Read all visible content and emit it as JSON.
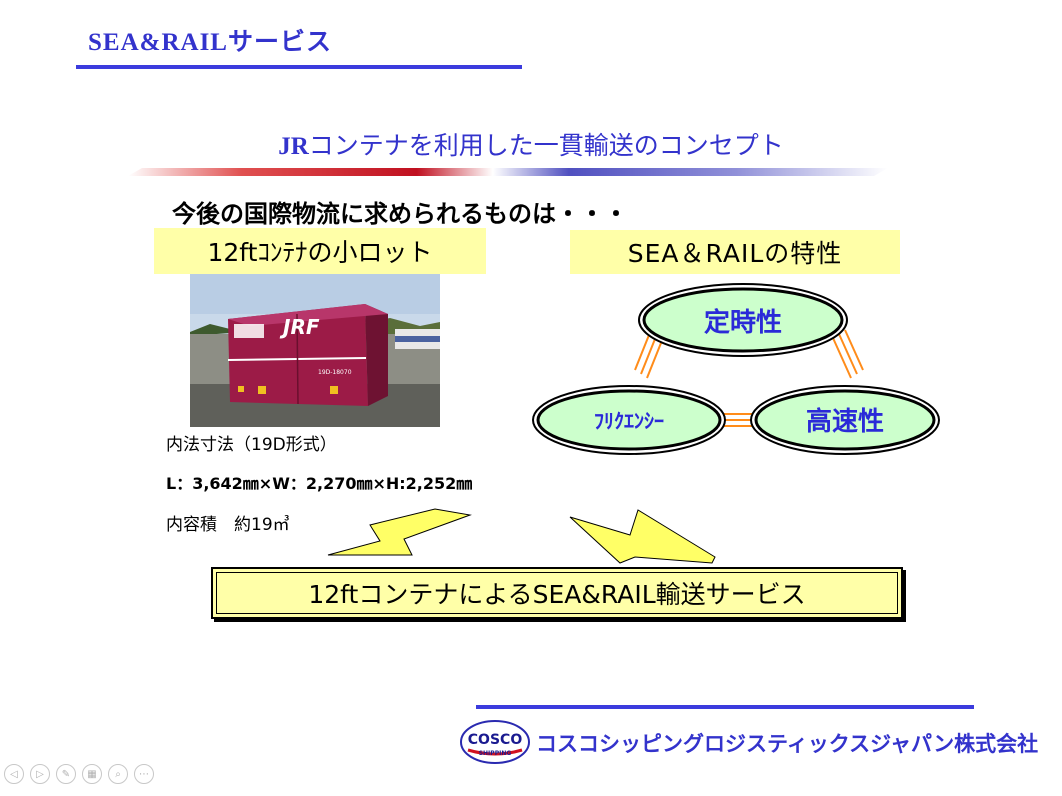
{
  "header": {
    "title": "SEA&RAILサービス"
  },
  "concept": {
    "title_prefix": "JR",
    "title_rest": "コンテナを利用した一貫輸送のコンセプト"
  },
  "lead": {
    "text": "今後の国際物流に求められるものは・・・"
  },
  "left_box": {
    "label": "12ftｺﾝﾃﾅの小ロット"
  },
  "right_box": {
    "label": "SEA＆RAILの特性"
  },
  "photo": {
    "brand_text": "JRF",
    "container_id": "19D-18070"
  },
  "specs": {
    "dimensions_label": "内法寸法（19D形式）",
    "size": "L：3,642㎜×W：2,270㎜×H:2,252㎜",
    "volume": "内容積　約19㎥"
  },
  "characteristics": {
    "punctuality": "定時性",
    "frequency": "ﾌﾘｸｴﾝｼｰ",
    "speed": "高速性"
  },
  "service": {
    "text": "12ftコンテナによるSEA&RAIL輸送サービス"
  },
  "footer": {
    "logo_top": "COSCO",
    "logo_bottom": "SHIPPING",
    "company": "コスコシッピングロジスティックスジャパン株式会社"
  },
  "controls": [
    "prev-icon",
    "next-icon",
    "pen-icon",
    "slides-icon",
    "zoom-icon",
    "more-icon"
  ],
  "colors": {
    "brand_blue": "#3333cc",
    "label_yellow": "#ffffa8",
    "ellipse_green": "#ccffcc",
    "ring_orange": "#ff8c1a",
    "container_red": "#9c1b47"
  }
}
